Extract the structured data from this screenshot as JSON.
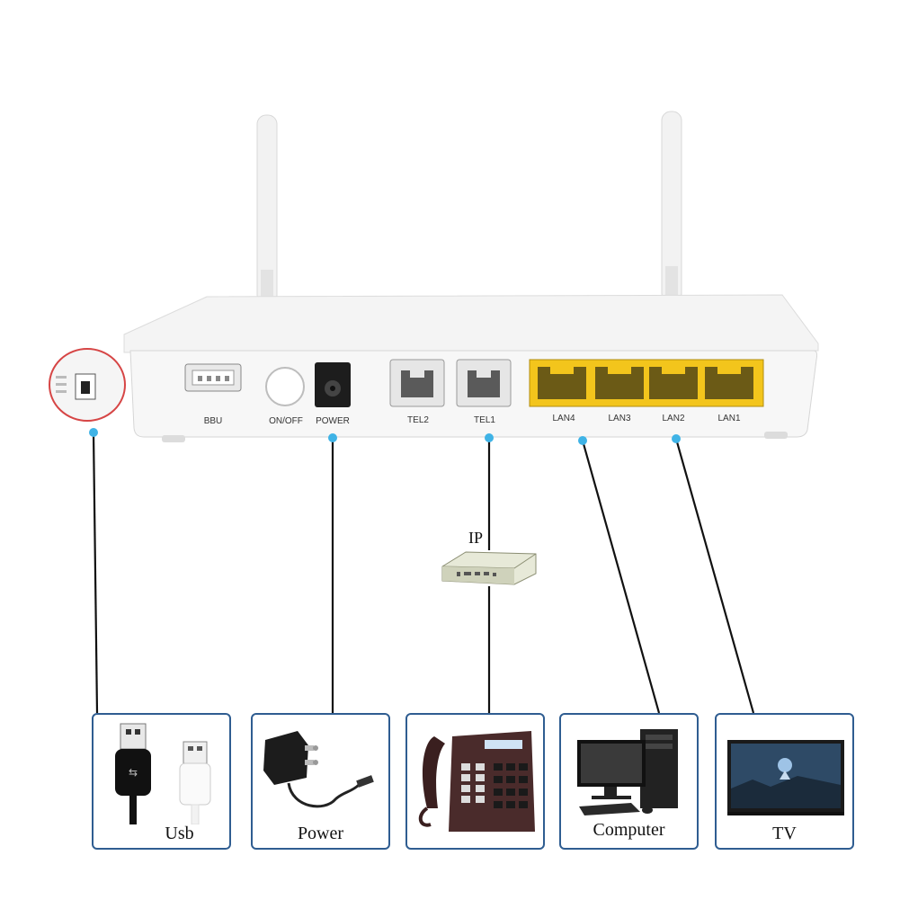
{
  "router": {
    "ports": {
      "bbu": "BBU",
      "onoff": "ON/OFF",
      "power": "POWER",
      "tel2": "TEL2",
      "tel1": "TEL1",
      "lan4": "LAN4",
      "lan3": "LAN3",
      "lan2": "LAN2",
      "lan1": "LAN1"
    }
  },
  "ip_label": "IP",
  "devices": {
    "usb": "Usb",
    "power": "Power",
    "phone": "",
    "computer": "Computer",
    "tv": "TV"
  },
  "colors": {
    "card_border": "#2f5d91",
    "connector_dot": "#3fb3e6",
    "lan_port": "#f3c51c"
  }
}
